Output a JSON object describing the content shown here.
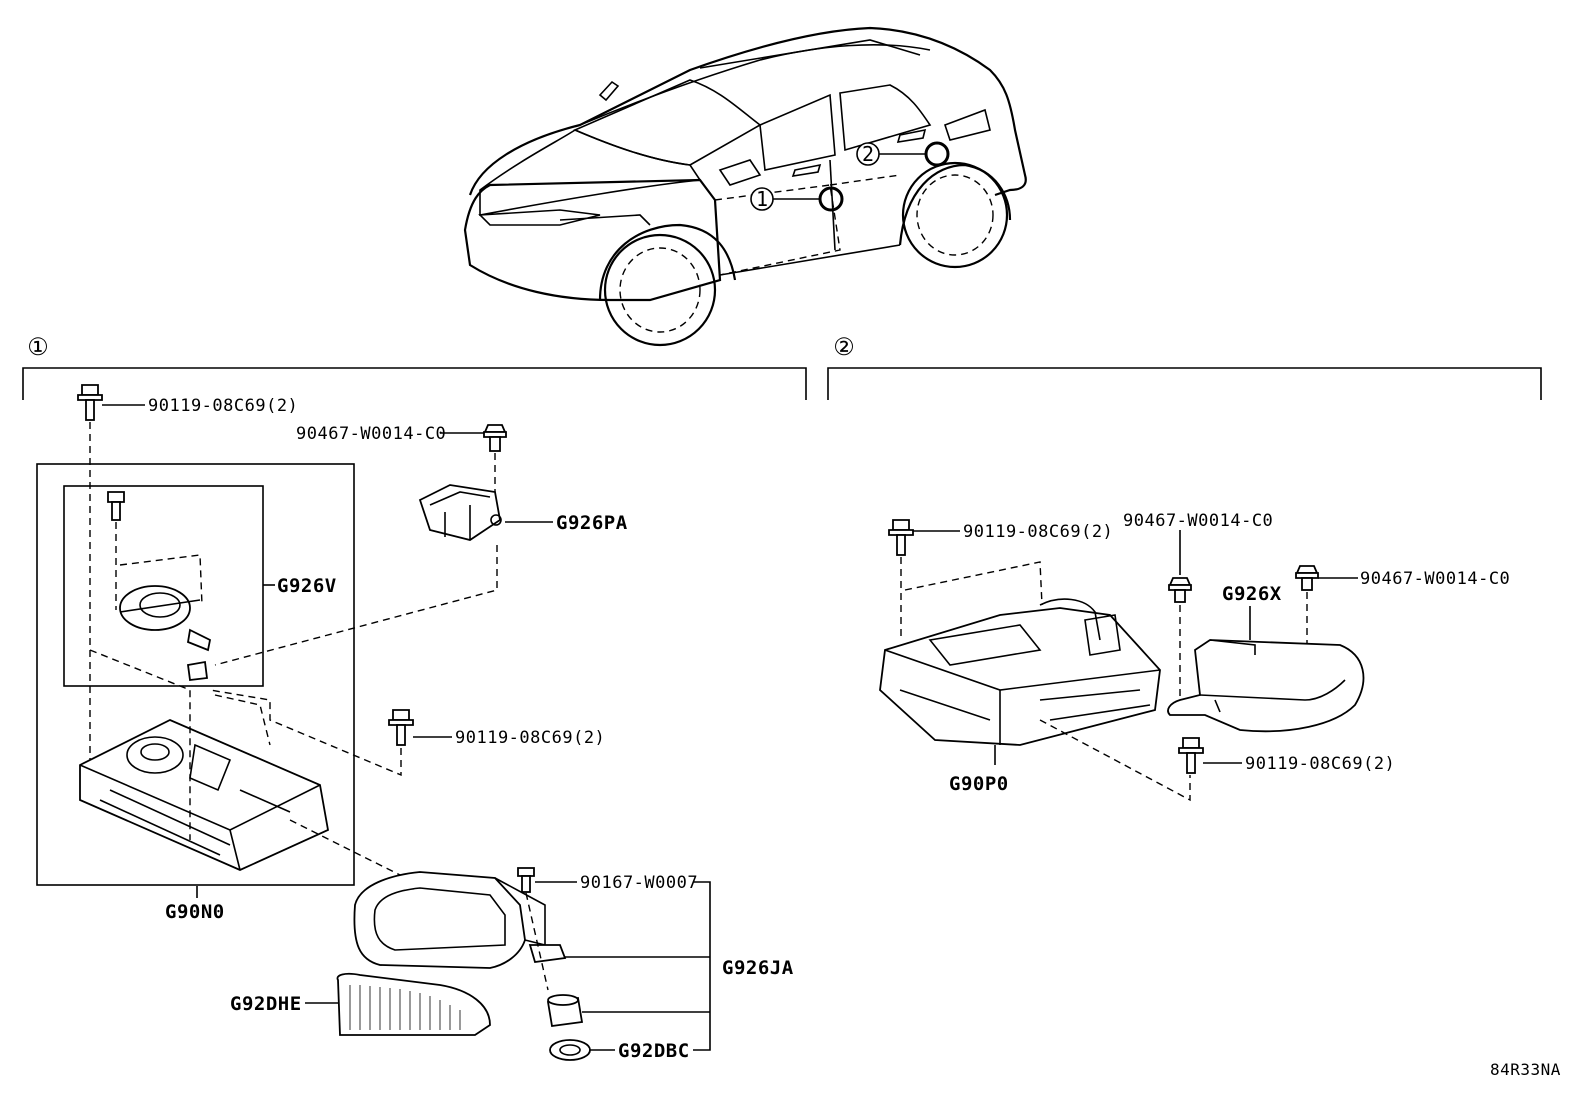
{
  "callouts": {
    "section1": "①",
    "section2": "②",
    "car_mark1": "1",
    "car_mark2": "2"
  },
  "labels": {
    "s1_bolt_top": "90119-08C69(2)",
    "s1_clip": "90467-W0014-C0",
    "s1_bracket": "G926PA",
    "s1_sensor": "G926V",
    "s1_bolt_mid": "90119-08C69(2)",
    "s1_inverter": "G90N0",
    "s1_screw": "90167-W0007",
    "s1_duct": "G926JA",
    "s1_filter": "G92DHE",
    "s1_grommet": "G92DBC",
    "s2_bolt_top": "90119-08C69(2)",
    "s2_clip_a": "90467-W0014-C0",
    "s2_clip_b": "90467-W0014-C0",
    "s2_cover": "G926X",
    "s2_bolt_bottom": "90119-08C69(2)",
    "s2_unit": "G90P0"
  },
  "figure_code": "84R33NA"
}
